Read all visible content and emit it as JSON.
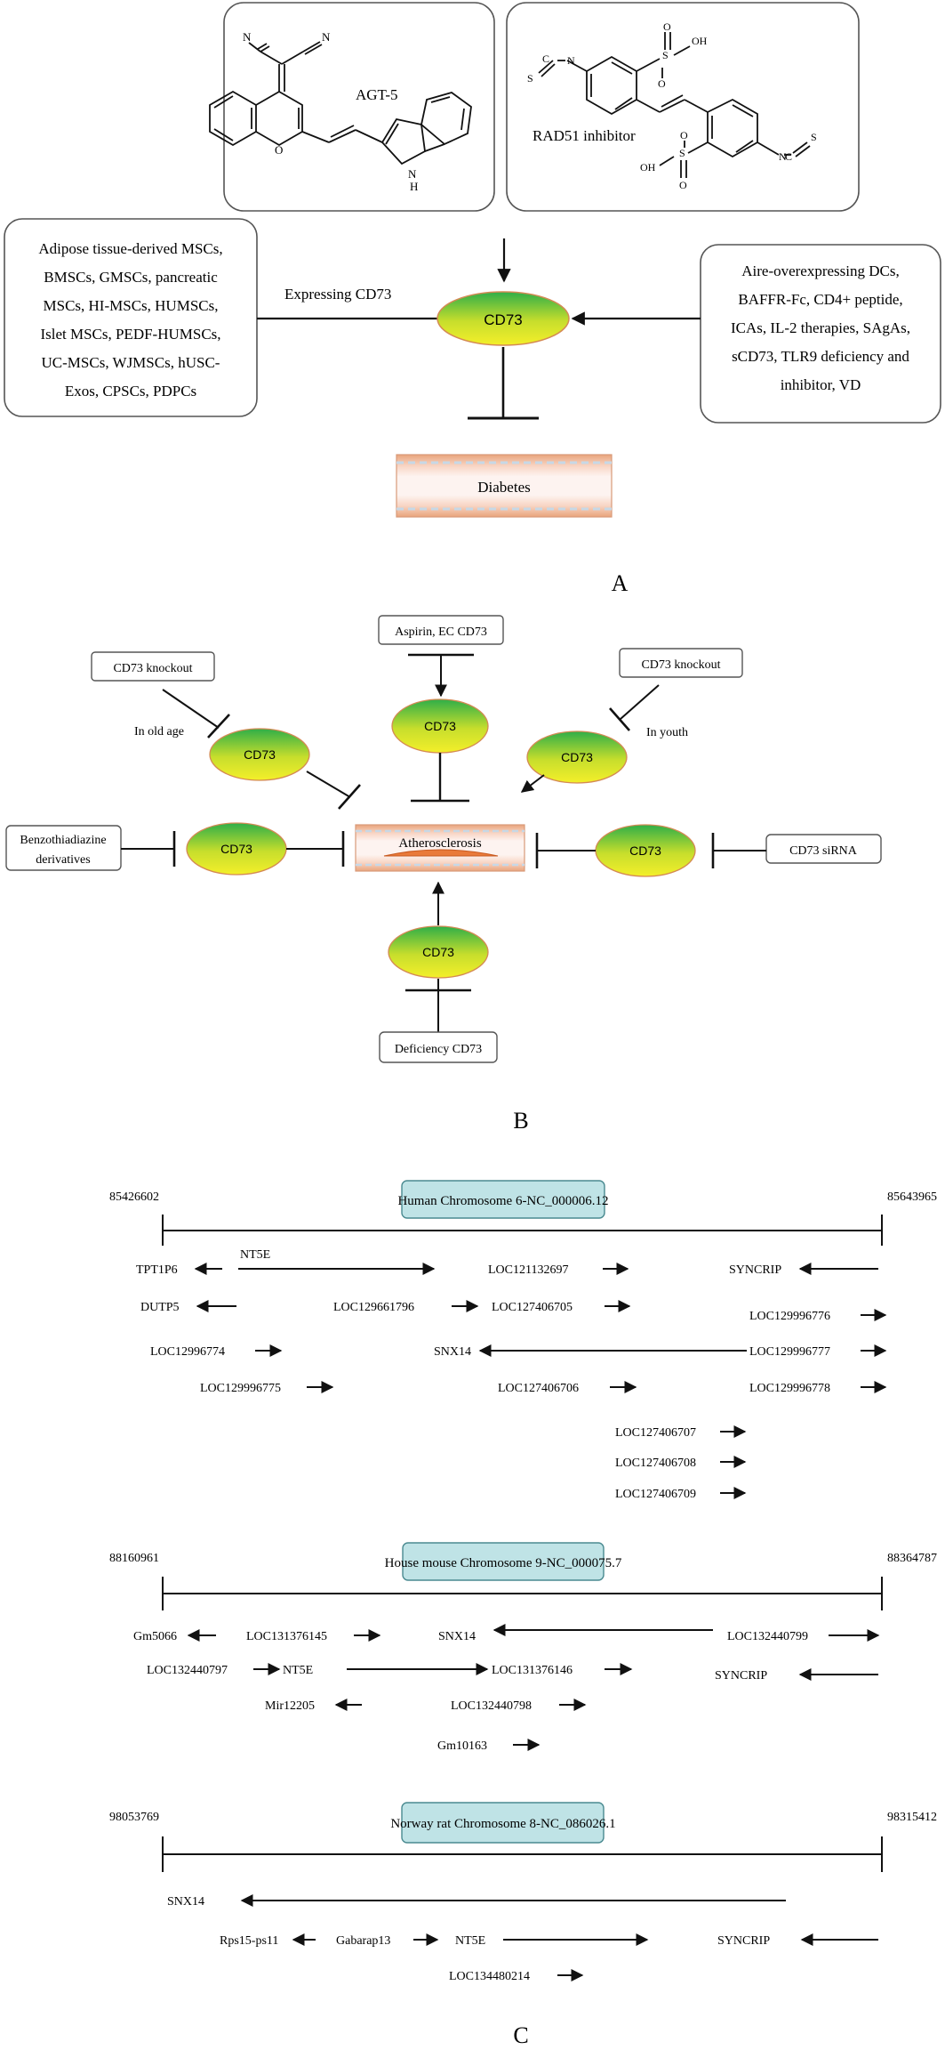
{
  "panelA": {
    "agt5_label": "AGT-5",
    "rad51_label": "RAD51 inhibitor",
    "atoms": {
      "n": "N",
      "o": "O",
      "nh": "N",
      "h": "H",
      "s": "S",
      "so3h_oh": "OH",
      "so3h_s": "S",
      "so3h_o": "O",
      "c": "C"
    },
    "left_box": [
      "Adipose tissue-derived MSCs,",
      "BMSCs, GMSCs, pancreatic",
      "MSCs, HI-MSCs, HUMSCs,",
      "Islet MSCs, PEDF-HUMSCs,",
      "UC-MSCs, WJMSCs, hUSC-",
      "Exos, CPSCs, PDPCs"
    ],
    "expressing_label": "Expressing CD73",
    "center_label": "CD73",
    "right_box": [
      "Aire-overexpressing DCs,",
      "BAFFR-Fc, CD4+ peptide,",
      "ICAs, IL-2 therapies, SAgAs,",
      "sCD73, TLR9 deficiency and",
      "inhibitor, VD"
    ],
    "disease_label": "Diabetes",
    "panel_letter": "A"
  },
  "panelB": {
    "top_box": "Aspirin, EC CD73",
    "left_knockout": "CD73 knockout",
    "right_knockout": "CD73 knockout",
    "old_age": "In old age",
    "youth": "In youth",
    "left_box": [
      "Benzothiadiazine",
      "derivatives"
    ],
    "right_box": "CD73 siRNA",
    "bottom_box": "Deficiency CD73",
    "cd73": "CD73",
    "disease_label": "Atherosclerosis",
    "panel_letter": "B"
  },
  "panelC": {
    "human": {
      "title": "Human Chromosome 6-NC_000006.12",
      "start": "85426602",
      "end": "85643965",
      "genes": {
        "TPT1P6": "TPT1P6",
        "NT5E": "NT5E",
        "LOC121132697": "LOC121132697",
        "SYNCRIP": "SYNCRIP",
        "DUTP5": "DUTP5",
        "LOC129661796": "LOC129661796",
        "LOC127406705": "LOC127406705",
        "LOC129996776": "LOC129996776",
        "LOC12996774": "LOC12996774",
        "SNX14": "SNX14",
        "LOC129996777": "LOC129996777",
        "LOC129996775": "LOC129996775",
        "LOC127406706": "LOC127406706",
        "LOC129996778": "LOC129996778",
        "LOC127406707": "LOC127406707",
        "LOC127406708": "LOC127406708",
        "LOC127406709": "LOC127406709"
      }
    },
    "mouse": {
      "title": "House mouse Chromosome 9-NC_000075.7",
      "start": "88160961",
      "end": "88364787",
      "genes": {
        "Gm5066": "Gm5066",
        "LOC131376145": "LOC131376145",
        "SNX14": "SNX14",
        "LOC132440799": "LOC132440799",
        "LOC132440797": "LOC132440797",
        "NT5E": "NT5E",
        "LOC131376146": "LOC131376146",
        "SYNCRIP": "SYNCRIP",
        "Mir12205": "Mir12205",
        "LOC132440798": "LOC132440798",
        "Gm10163": "Gm10163"
      }
    },
    "rat": {
      "title": "Norway rat Chromosome 8-NC_086026.1",
      "start": "98053769",
      "end": "98315412",
      "genes": {
        "SNX14": "SNX14",
        "Rps15-ps11": "Rps15-ps11",
        "Gabarap13": "Gabarap13",
        "NT5E": "NT5E",
        "SYNCRIP": "SYNCRIP",
        "LOC134480214": "LOC134480214"
      }
    },
    "panel_letter": "C"
  },
  "colors": {
    "title_box_fill": "#bfe3e6",
    "title_box_stroke": "#4a8a90",
    "ellipse_top": "#33b04a",
    "ellipse_bottom": "#f2ee2a",
    "vessel_stroke": "#e3a27a"
  }
}
